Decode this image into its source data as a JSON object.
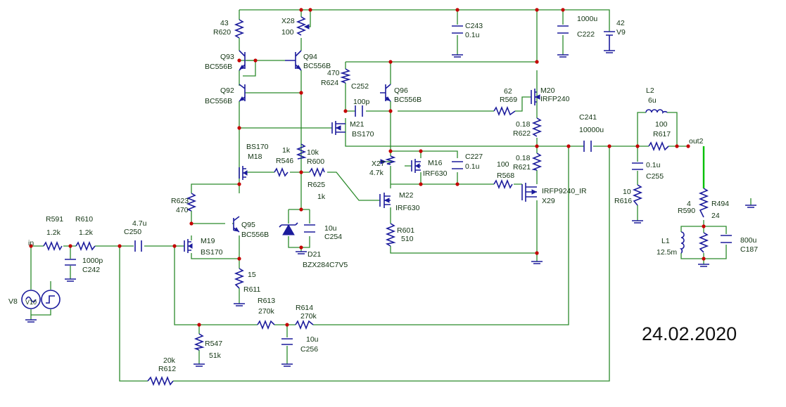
{
  "date": "24.02.2020",
  "nets": {
    "input": "in",
    "output": "out2"
  },
  "labels": {
    "R620": [
      "43",
      "R620"
    ],
    "X28": [
      "X28",
      "100"
    ],
    "C243": [
      "C243",
      "0.1u"
    ],
    "C222": [
      "1000u",
      "C222"
    ],
    "V9": [
      "42",
      "V9"
    ],
    "Q93": [
      "Q93",
      "BC556B"
    ],
    "Q94": [
      "Q94",
      "BC556B"
    ],
    "Q92": [
      "Q92",
      "BC556B"
    ],
    "R624": [
      "470",
      "R624"
    ],
    "C252": [
      "C252",
      "100p"
    ],
    "Q96": [
      "Q96",
      "BC556B"
    ],
    "R569": [
      "62",
      "R569"
    ],
    "M20": [
      "M20",
      "IRFP240"
    ],
    "M21": [
      "M21",
      "BS170"
    ],
    "R622": [
      "0.18",
      "R622"
    ],
    "C241": [
      "C241",
      "10000u"
    ],
    "L2": [
      "L2",
      "6u"
    ],
    "R617": [
      "100",
      "R617"
    ],
    "M18": [
      "BS170",
      "M18"
    ],
    "R546": [
      "1k",
      "R546"
    ],
    "R600": [
      "10k",
      "R600"
    ],
    "X27": [
      "X27",
      "4.7k"
    ],
    "M16": [
      "M16",
      "IRF630"
    ],
    "C227": [
      "C227",
      "0.1u"
    ],
    "R621": [
      "0.18",
      "R621"
    ],
    "C255": [
      "0.1u",
      "C255"
    ],
    "R625": [
      "R625",
      "1k"
    ],
    "R568": [
      "100",
      "R568"
    ],
    "X29": [
      "IRFP9240_IR",
      "X29"
    ],
    "R616": [
      "10",
      "R616"
    ],
    "R623": [
      "R623",
      "470"
    ],
    "M22": [
      "M22",
      "IRF630"
    ],
    "R590": [
      "4",
      "R590"
    ],
    "R494": [
      "R494",
      "24"
    ],
    "R591": [
      "R591",
      "1.2k"
    ],
    "R610": [
      "R610",
      "1.2k"
    ],
    "C250": [
      "4.7u",
      "C250"
    ],
    "M19": [
      "M19",
      "BS170"
    ],
    "Q95": [
      "Q95",
      "BC556B"
    ],
    "C254": [
      "10u",
      "C254"
    ],
    "R601": [
      "R601",
      "510"
    ],
    "L1": [
      "L1",
      "12.5m"
    ],
    "C187": [
      "800u",
      "C187"
    ],
    "C242": [
      "1000p",
      "C242"
    ],
    "D21": [
      "D21",
      "BZX284C7V5"
    ],
    "R611": [
      "15",
      "R611"
    ],
    "V8": [
      "V8",
      "V10"
    ],
    "R613": [
      "R613",
      "270k"
    ],
    "R614": [
      "R614",
      "270k"
    ],
    "C256": [
      "10u",
      "C256"
    ],
    "R547": [
      "R547",
      "51k"
    ],
    "R612": [
      "20k",
      "R612"
    ]
  }
}
